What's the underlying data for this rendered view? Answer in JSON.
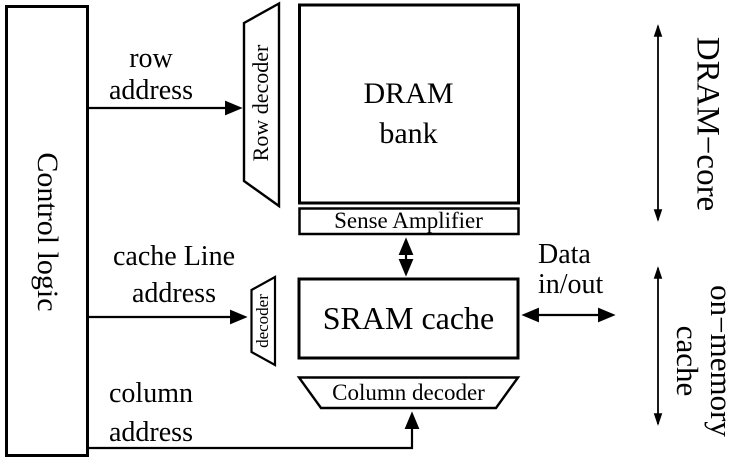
{
  "figure": {
    "type": "block-diagram",
    "subject": "DRAM with on-memory SRAM cache architecture",
    "colors": {
      "ink": "#000000",
      "background": "#ffffff"
    }
  },
  "blocks": {
    "control_logic": {
      "label": "Control logic"
    },
    "dram_bank": {
      "label": "DRAM\nbank"
    },
    "sense_amplifier": {
      "label": "Sense Amplifier"
    },
    "sram_cache": {
      "label": "SRAM cache"
    },
    "row_decoder": {
      "label": "Row decoder"
    },
    "cache_decoder": {
      "label": "decoder"
    },
    "column_decoder": {
      "label": "Column decoder"
    }
  },
  "signals": {
    "row_address": {
      "label": "row\naddress"
    },
    "cache_line_address": {
      "label": "cache Line\naddress"
    },
    "column_address": {
      "label": "column\naddress"
    },
    "data_in_out": {
      "label": "Data\nin/out"
    }
  },
  "regions": {
    "dram_core": {
      "label": "DRAM−core"
    },
    "on_memory_cache": {
      "label": "on−memory\ncache"
    }
  }
}
